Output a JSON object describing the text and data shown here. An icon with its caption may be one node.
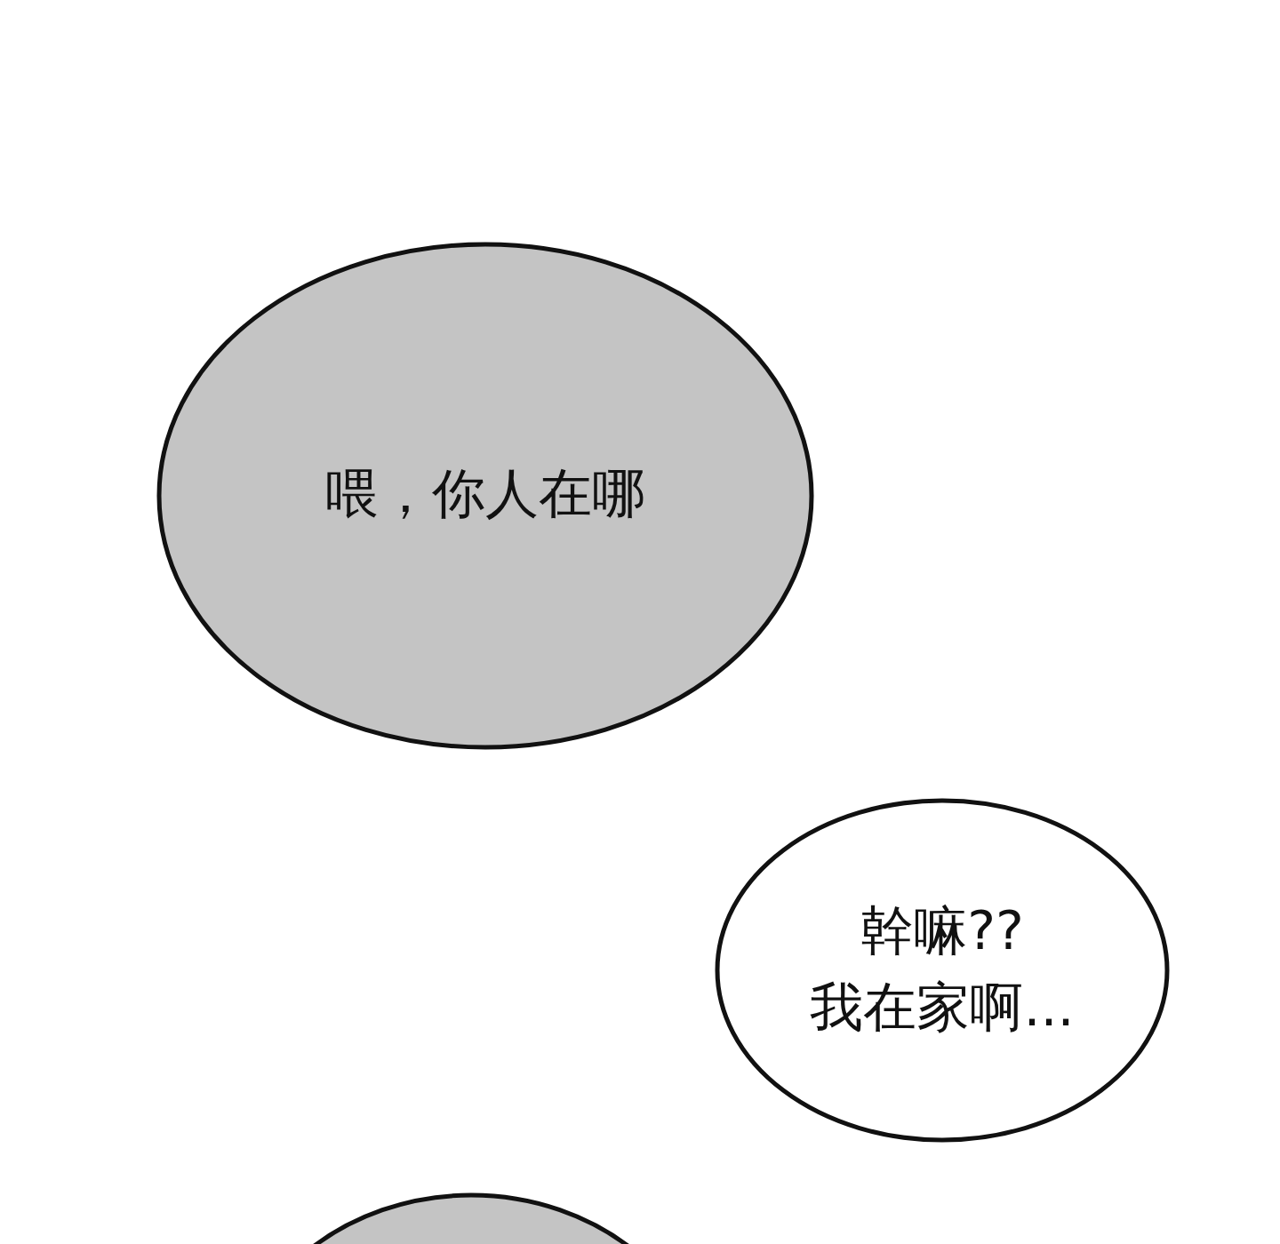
{
  "diagram": {
    "nodes": [
      {
        "text": [
          "喂，你人在哪"
        ]
      },
      {
        "text": [
          "幹嘛??我在家啊..."
        ]
      },
      {
        "text": [],
        "shape": "ellipse"
      }
    ]
  }
}
